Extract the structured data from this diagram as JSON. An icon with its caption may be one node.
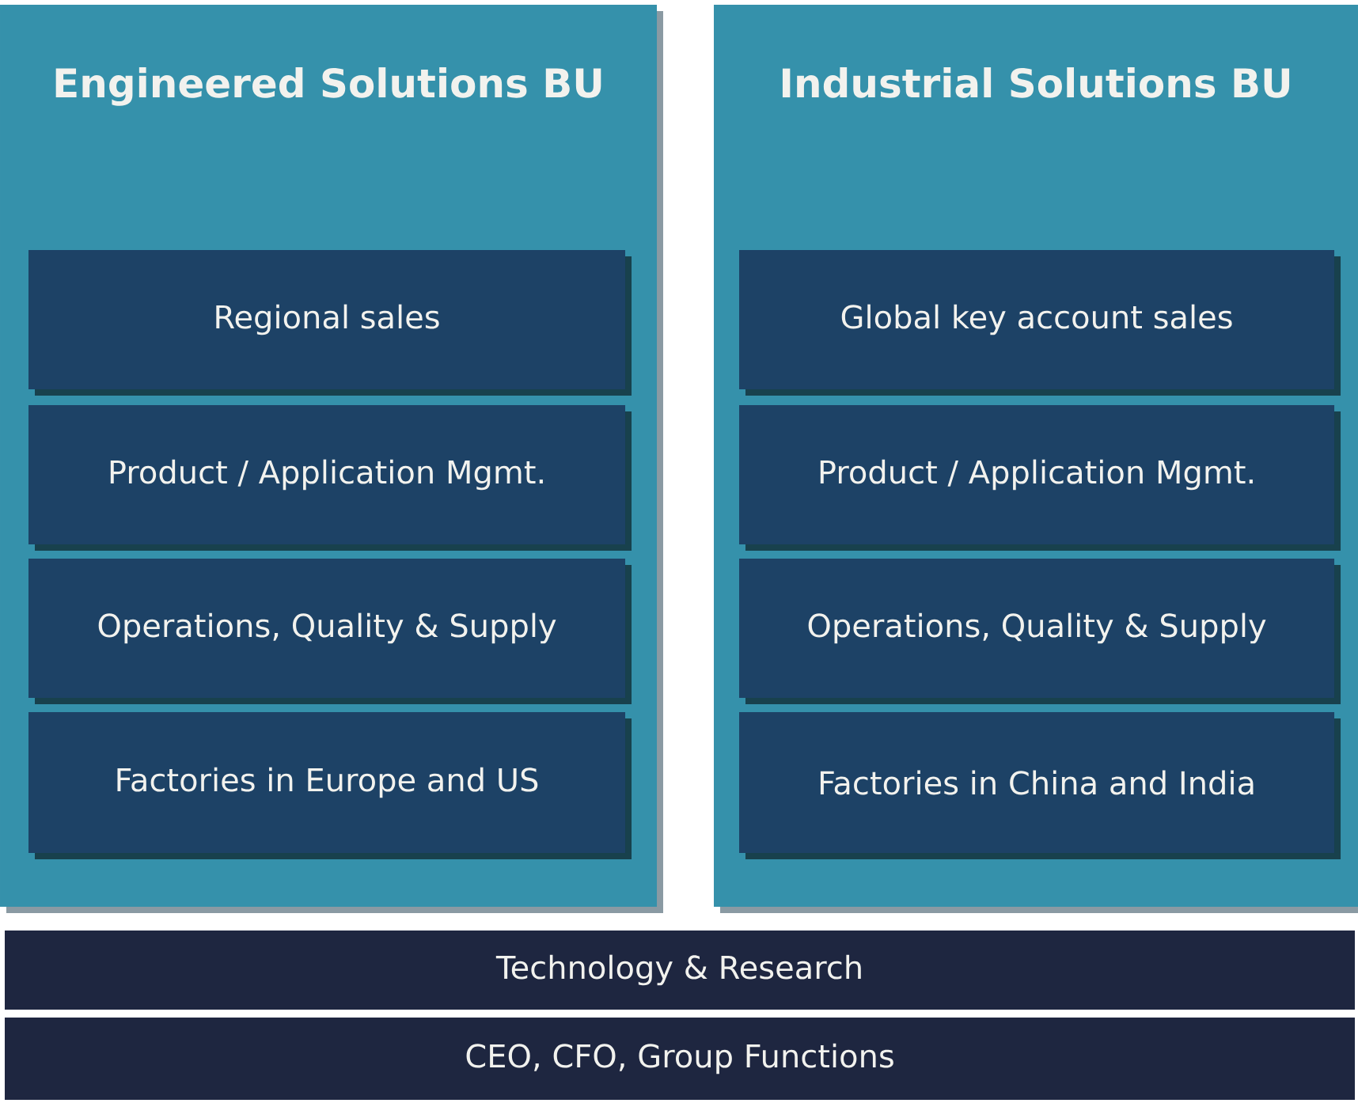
{
  "diagram": {
    "nodes": [
      {
        "text": [
          "Engineered Solutions BU"
        ]
      },
      {
        "text": [
          "Regional sales"
        ],
        "in": 0
      },
      {
        "text": [
          "Product / Application Mgmt."
        ],
        "in": 0
      },
      {
        "text": [
          "Operations, Quality & Supply"
        ],
        "in": 0
      },
      {
        "text": [
          "Factories in Europe and US"
        ],
        "in": 0
      },
      {
        "text": [
          "Industrial Solutions BU"
        ]
      },
      {
        "text": [
          "Global key account sales"
        ],
        "in": 5
      },
      {
        "text": [
          "Product / Application Mgmt."
        ],
        "in": 5
      },
      {
        "text": [
          "Operations, Quality & Supply"
        ],
        "in": 5
      },
      {
        "text": [
          "Factories in China and India"
        ],
        "in": 5
      },
      {
        "text": [
          "Technology & Research"
        ]
      },
      {
        "text": [
          "CEO, CFO, Group Functions"
        ]
      }
    ]
  }
}
